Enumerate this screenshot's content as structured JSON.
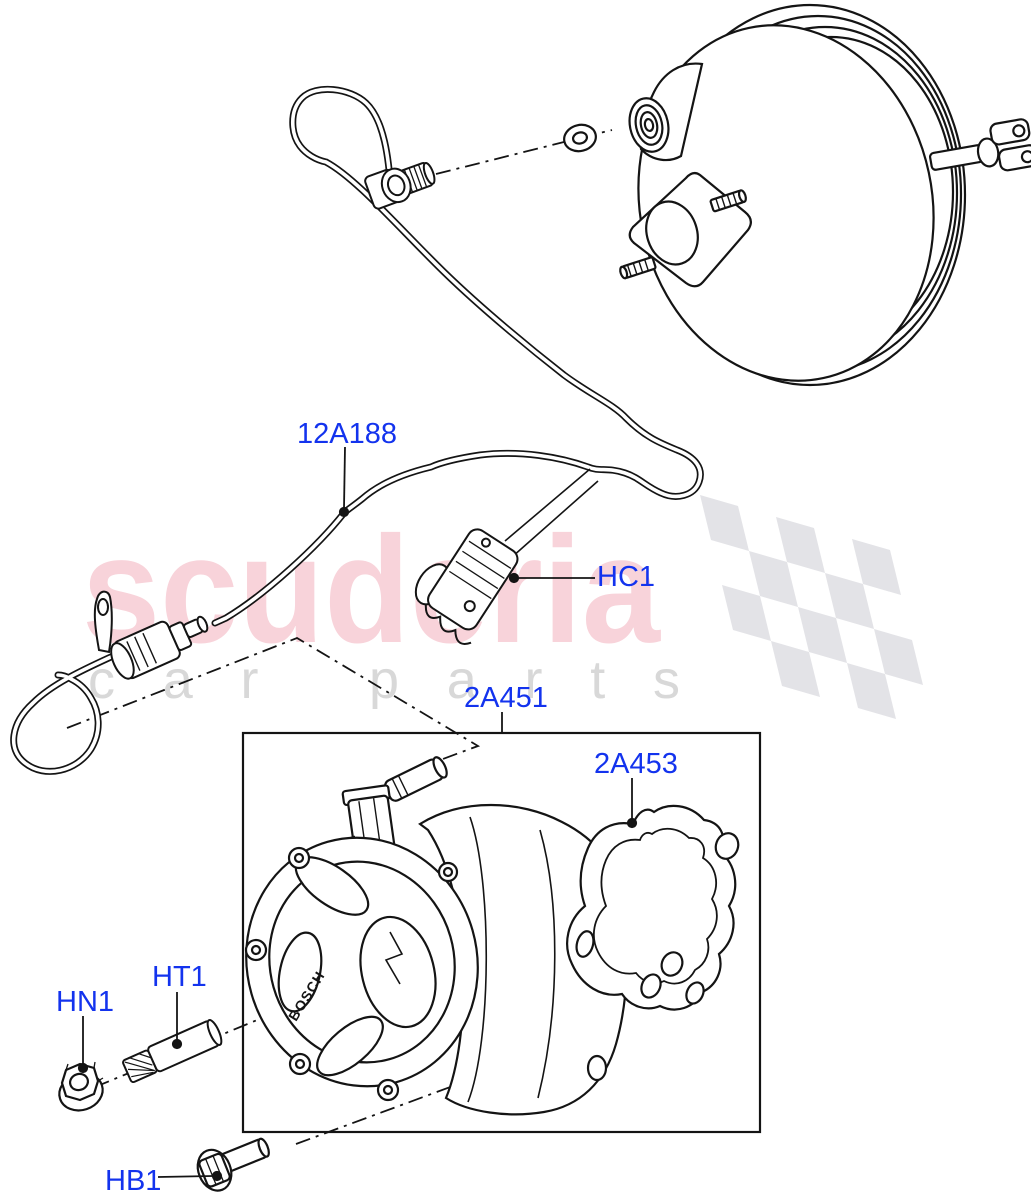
{
  "diagram": {
    "type": "exploded-parts-diagram",
    "subject": "vacuum pump and brake servo vacuum hose assembly"
  },
  "labels": {
    "tube": "12A188",
    "clip": "HC1",
    "pump_assembly": "2A451",
    "gasket": "2A453",
    "stud": "HT1",
    "nut": "HN1",
    "bolt": "HB1"
  },
  "pump": {
    "brand": "BOSCH"
  },
  "watermark": {
    "brand": "scuderia",
    "tagline": "car parts"
  },
  "colors": {
    "label_blue": "#1333ee",
    "line_black": "#141414",
    "watermark_pink": "#f8d3da",
    "watermark_gray": "#d8d8d8",
    "flag_gray": "#e3e3e7",
    "background": "#ffffff"
  }
}
